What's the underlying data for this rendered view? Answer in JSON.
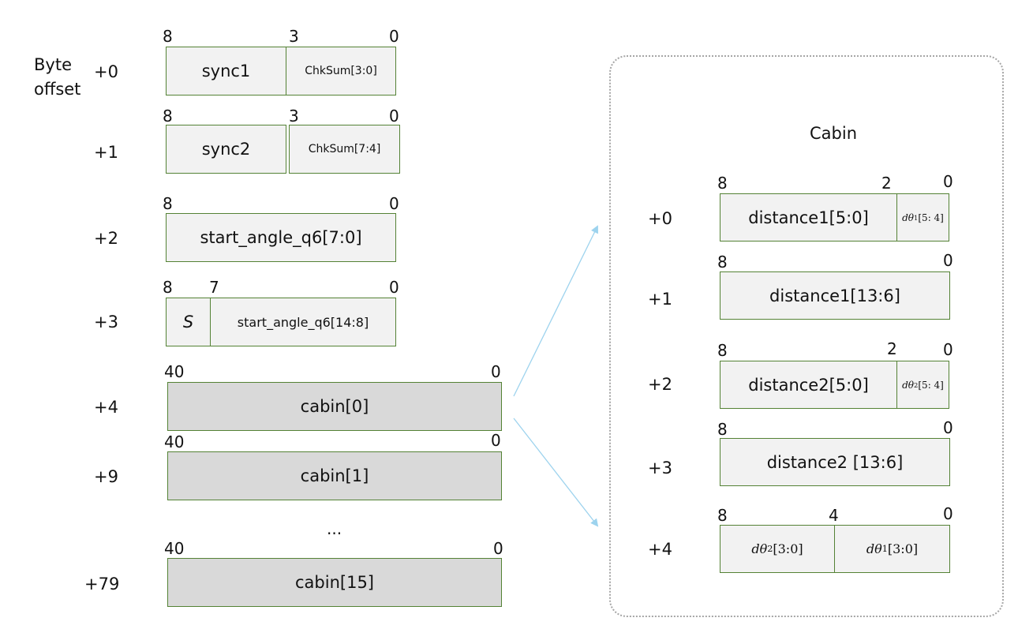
{
  "header": {
    "byte_offset": [
      "Byte",
      "offset"
    ]
  },
  "left": {
    "rows": [
      {
        "offset": "+0",
        "bits": [
          "8",
          "3",
          "0"
        ],
        "cells": [
          "sync1",
          "ChkSum[3:0]"
        ]
      },
      {
        "offset": "+1",
        "bits": [
          "8",
          "3",
          "0"
        ],
        "cells": [
          "sync2",
          "ChkSum[7:4]"
        ]
      },
      {
        "offset": "+2",
        "bits": [
          "8",
          "0"
        ],
        "cells": [
          "start_angle_q6[7:0]"
        ]
      },
      {
        "offset": "+3",
        "bits": [
          "8",
          "7",
          "0"
        ],
        "cells": [
          "S",
          "start_angle_q6[14:8]"
        ]
      },
      {
        "offset": "+4",
        "bits": [
          "40",
          "0"
        ],
        "cells": [
          "cabin[0]"
        ]
      },
      {
        "offset": "+9",
        "bits": [
          "40",
          "0"
        ],
        "cells": [
          "cabin[1]"
        ]
      },
      {
        "offset": "+79",
        "bits": [
          "40",
          "0"
        ],
        "cells": [
          "cabin[15]"
        ]
      }
    ],
    "ellipsis": "..."
  },
  "cabin": {
    "title": "Cabin",
    "rows": [
      {
        "offset": "+0",
        "bits": [
          "8",
          "2",
          "0"
        ],
        "cells": [
          "distance1[5:0]",
          "[5: 4]"
        ],
        "symbol": "dθ",
        "subscript": "1"
      },
      {
        "offset": "+1",
        "bits": [
          "8",
          "0"
        ],
        "cells": [
          "distance1[13:6]"
        ]
      },
      {
        "offset": "+2",
        "bits": [
          "8",
          "2",
          "0"
        ],
        "cells": [
          "distance2[5:0]",
          "[5: 4]"
        ],
        "symbol": "dθ",
        "subscript": "2"
      },
      {
        "offset": "+3",
        "bits": [
          "8",
          "0"
        ],
        "cells": [
          "distance2 [13:6]"
        ]
      },
      {
        "offset": "+4",
        "bits": [
          "8",
          "4",
          "0"
        ],
        "cells": [
          "[3:0]",
          "[3:0]"
        ],
        "symbols": [
          "dθ",
          "dθ"
        ],
        "subscripts": [
          "2",
          "1"
        ]
      }
    ]
  },
  "colors": {
    "cell_border": "#548235",
    "cell_fill": "#f2f2f2",
    "cabin_fill": "#d9d9d9",
    "arrow": "#9dd3ee",
    "cabin_box_border": "#a6a6a6"
  }
}
